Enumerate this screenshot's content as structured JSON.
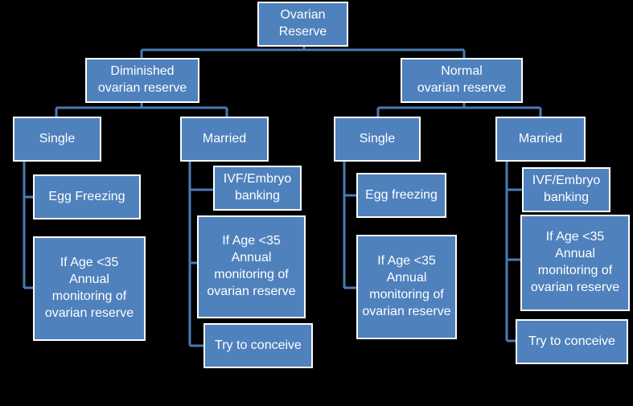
{
  "root": {
    "label": "Ovarian\nReserve"
  },
  "branches": [
    {
      "label": "Diminished\novarian reserve",
      "groups": [
        {
          "label": "Single",
          "items": [
            "Egg Freezing",
            "If Age <35\nAnnual\nmonitoring of\novarian reserve"
          ]
        },
        {
          "label": "Married",
          "items": [
            "IVF/Embryo\nbanking",
            "If Age <35\nAnnual\nmonitoring of\novarian reserve",
            "Try to conceive"
          ]
        }
      ]
    },
    {
      "label": "Normal\novarian reserve",
      "groups": [
        {
          "label": "Single",
          "items": [
            "Egg freezing",
            "If Age <35\nAnnual\nmonitoring of\novarian reserve"
          ]
        },
        {
          "label": "Married",
          "items": [
            "IVF/Embryo\nbanking",
            "If Age <35\nAnnual\nmonitoring of\novarian reserve",
            "Try to conceive"
          ]
        }
      ]
    }
  ],
  "colors": {
    "box_fill": "#4F81BD",
    "box_border": "#FFFFFF",
    "connector": "#4A7AB5",
    "background": "#000000"
  }
}
